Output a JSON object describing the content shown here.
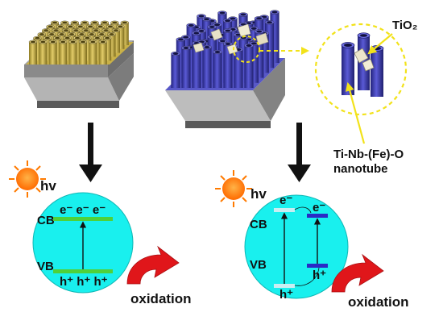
{
  "left_panel": {
    "hv_label": "hv",
    "cb_label": "CB",
    "vb_label": "VB",
    "electrons_label": "e⁻ e⁻ e⁻",
    "holes_label": "h⁺ h⁺ h⁺",
    "oxidation_label": "oxidation"
  },
  "right_panel": {
    "hv_label": "hv",
    "cb_label": "CB",
    "vb_label": "VB",
    "electron_left_label": "e⁻",
    "electron_right_label": "e⁻",
    "hole_left_label": "h⁺",
    "hole_right_label": "h⁺",
    "oxidation_label": "oxidation"
  },
  "inset": {
    "tio2_label": "TiO₂",
    "nanotube_label_line1": "Ti-Nb-(Fe)-O",
    "nanotube_label_line2": "nanotube"
  },
  "colors": {
    "cyan_circle": "#19f0ee",
    "green_band": "#4fd13a",
    "blue_tube": "#3838b8",
    "gold_tube": "#b9a23c",
    "red_arrow": "#e0161a",
    "sun_orange": "#ff7a00",
    "dash_yellow": "#f2e21a"
  }
}
